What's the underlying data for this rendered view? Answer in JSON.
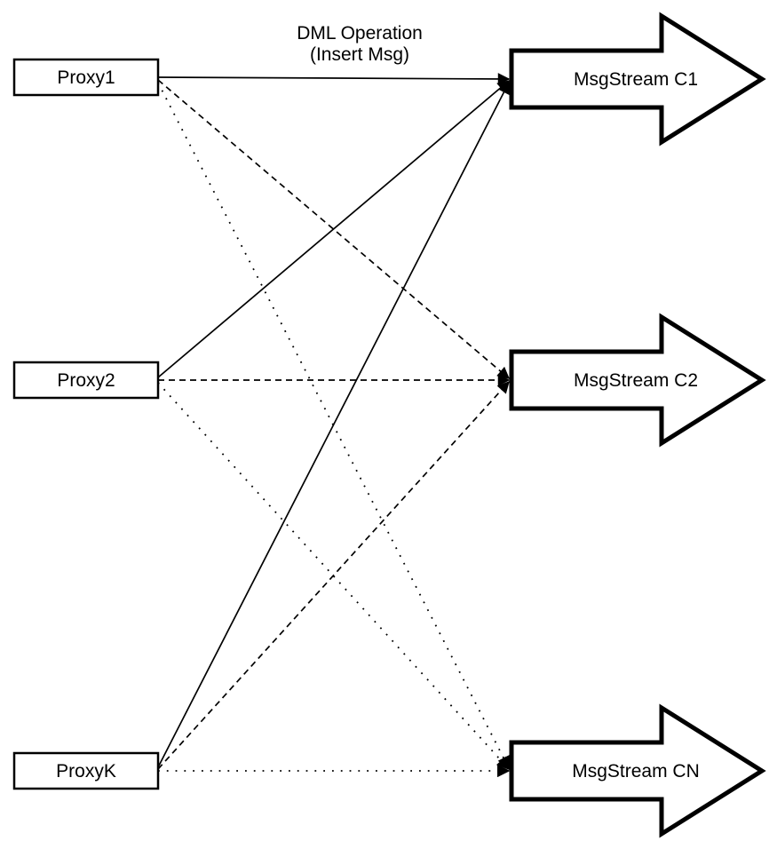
{
  "diagram": {
    "title": {
      "line1": "DML Operation",
      "line2": "(Insert Msg)"
    },
    "proxies": [
      {
        "label": "Proxy1"
      },
      {
        "label": "Proxy2"
      },
      {
        "label": "ProxyK"
      }
    ],
    "streams": [
      {
        "label": "MsgStream C1"
      },
      {
        "label": "MsgStream C2"
      },
      {
        "label": "MsgStream CN"
      }
    ],
    "edges": [
      {
        "from": "Proxy1",
        "to": "MsgStream C1",
        "style": "solid"
      },
      {
        "from": "Proxy1",
        "to": "MsgStream C2",
        "style": "dashed"
      },
      {
        "from": "Proxy1",
        "to": "MsgStream CN",
        "style": "dotted"
      },
      {
        "from": "Proxy2",
        "to": "MsgStream C1",
        "style": "solid"
      },
      {
        "from": "Proxy2",
        "to": "MsgStream C2",
        "style": "dashed"
      },
      {
        "from": "Proxy2",
        "to": "MsgStream CN",
        "style": "dotted"
      },
      {
        "from": "ProxyK",
        "to": "MsgStream C1",
        "style": "solid"
      },
      {
        "from": "ProxyK",
        "to": "MsgStream C2",
        "style": "dashed"
      },
      {
        "from": "ProxyK",
        "to": "MsgStream CN",
        "style": "dotted"
      }
    ],
    "colors": {
      "line": "#000000",
      "shape_fill": "#ffffff",
      "background": "#ffffff",
      "text": "#000000"
    }
  }
}
